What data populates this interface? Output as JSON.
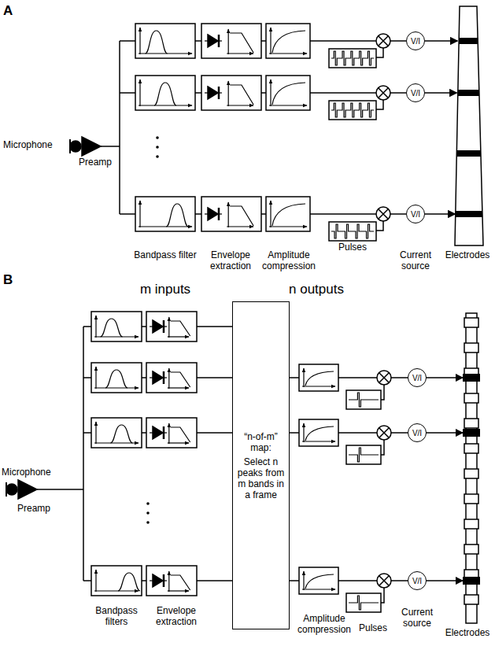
{
  "diagram": {
    "nodes": [
      {
        "text": [
          "V/I"
        ]
      },
      {
        "text": [
          "V/I"
        ]
      },
      {
        "text": [
          "V/I"
        ]
      },
      {
        "text": [
          "“n-of-m” map:",
          "Select n peaks from m bands in a frame"
        ]
      },
      {
        "text": [
          "V/I"
        ]
      },
      {
        "text": [
          "V/I"
        ]
      },
      {
        "text": [
          "V/I"
        ]
      }
    ],
    "labels": [
      "A",
      "Microphone",
      "Preamp",
      "Bandpass filter",
      "Envelope extraction",
      "Amplitude compression",
      "Pulses",
      "Current source",
      "Electrodes",
      "B",
      "m inputs",
      "n outputs",
      "Microphone",
      "Preamp",
      "Bandpass filters",
      "Envelope extraction",
      "Amplitude compression",
      "Pulses",
      "Current source",
      "Electrodes"
    ]
  }
}
